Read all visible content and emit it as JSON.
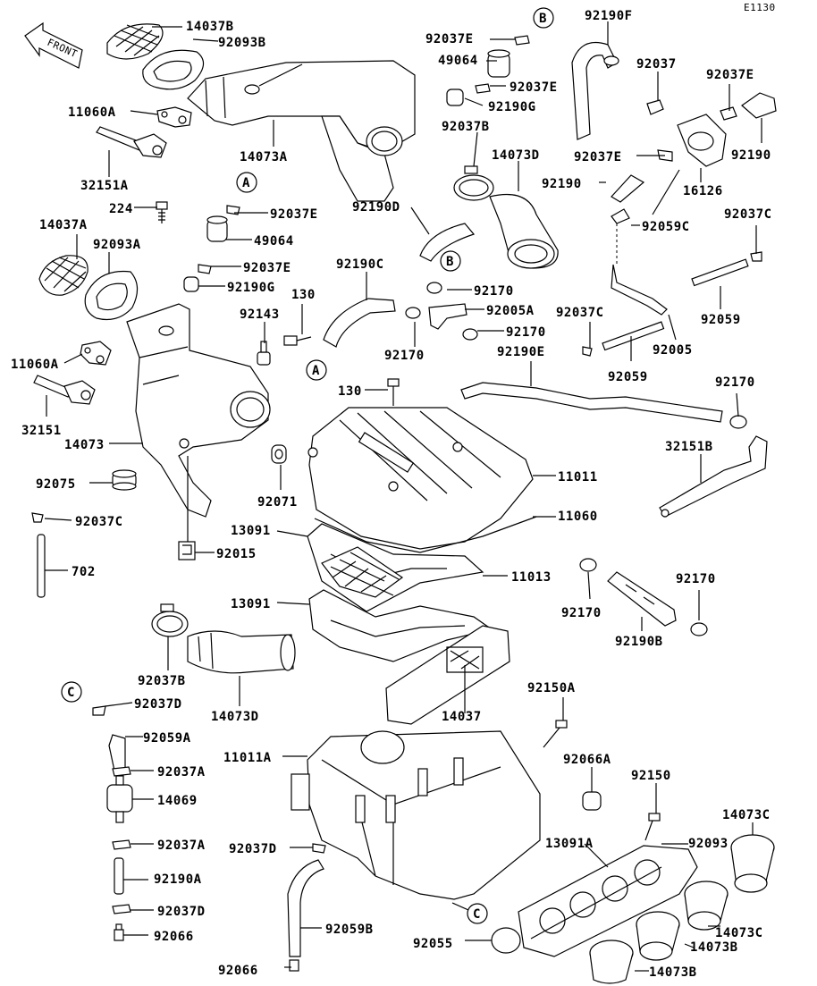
{
  "diagram_code": "E1130",
  "front_label": "FRONT",
  "callouts": {
    "A": "A",
    "B": "B",
    "C": "C"
  },
  "labels": {
    "l_14037B": "14037B",
    "l_92093B": "92093B",
    "l_11060A_top": "11060A",
    "l_32151A": "32151A",
    "l_14073A": "14073A",
    "l_224": "224",
    "l_14037A": "14037A",
    "l_92093A": "92093A",
    "l_11060A_mid": "11060A",
    "l_32151": "32151",
    "l_14073": "14073",
    "l_92075": "92075",
    "l_92037C_left": "92037C",
    "l_702": "702",
    "l_92015": "92015",
    "l_92037E_a1": "92037E",
    "l_49064_a": "49064",
    "l_92037E_a2": "92037E",
    "l_92190G_a": "92190G",
    "l_130_a": "130",
    "l_92143": "92143",
    "l_92037E_b1": "92037E",
    "l_49064_b": "49064",
    "l_92037E_b2": "92037E",
    "l_92190G_b": "92190G",
    "l_92037B_top": "92037B",
    "l_14073D_top": "14073D",
    "l_92190D": "92190D",
    "l_92190C": "92190C",
    "l_92170_a": "92170",
    "l_92005A": "92005A",
    "l_92170_b": "92170",
    "l_92170_c": "92170",
    "l_92190F": "92190F",
    "l_92037_r": "92037",
    "l_92037E_r1": "92037E",
    "l_92037E_r2": "92037E",
    "l_92190_r1": "92190",
    "l_92190_r2": "92190",
    "l_16126": "16126",
    "l_92059C": "92059C",
    "l_92037C_r1": "92037C",
    "l_92059_r1": "92059",
    "l_92037C_r2": "92037C",
    "l_92005": "92005",
    "l_92059_r2": "92059",
    "l_92190E": "92190E",
    "l_92170_r": "92170",
    "l_32151B": "32151B",
    "l_130_b": "130",
    "l_92071": "92071",
    "l_11011": "11011",
    "l_11060": "11060",
    "l_13091_a": "13091",
    "l_11013": "11013",
    "l_13091_b": "13091",
    "l_92170_d": "92170",
    "l_92170_e": "92170",
    "l_92190B": "92190B",
    "l_92037B_bot": "92037B",
    "l_14073D_bot": "14073D",
    "l_14037": "14037",
    "l_92037D_a": "92037D",
    "l_92059A": "92059A",
    "l_92037A_a": "92037A",
    "l_14069": "14069",
    "l_92037A_b": "92037A",
    "l_92190A": "92190A",
    "l_92037D_b": "92037D",
    "l_92066_a": "92066",
    "l_92150A": "92150A",
    "l_11011A": "11011A",
    "l_92066A": "92066A",
    "l_92150": "92150",
    "l_14073C_a": "14073C",
    "l_13091A": "13091A",
    "l_92093": "92093",
    "l_92037D_c": "92037D",
    "l_92059B": "92059B",
    "l_14073C_b": "14073C",
    "l_14073B": "14073B",
    "l_92055": "92055",
    "l_92066_b": "92066",
    "l_14073B_b": "14073B"
  }
}
